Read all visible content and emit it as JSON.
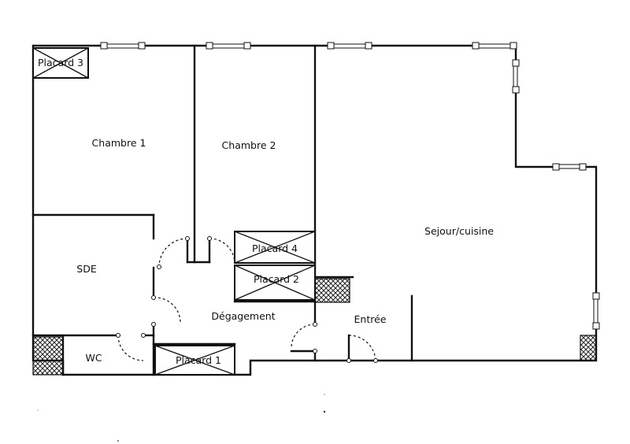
{
  "rooms": {
    "chambre1": "Chambre 1",
    "chambre2": "Chambre 2",
    "sejour": "Sejour/cuisine",
    "sde": "SDE",
    "wc": "WC",
    "degagement": "Dégagement",
    "entree": "Entrée"
  },
  "closets": {
    "placard1": "Placard 1",
    "placard2": "Placard 2",
    "placard3": "Placard 3",
    "placard4": "Placard 4"
  },
  "colors": {
    "ink": "#111111",
    "paper": "#ffffff",
    "hatch": "#222222"
  }
}
